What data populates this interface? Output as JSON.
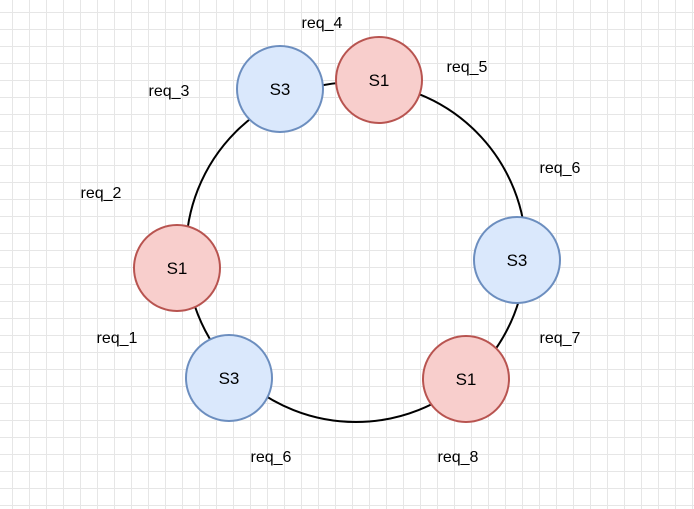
{
  "diagram": {
    "ring": {
      "stroke": "#000000"
    },
    "colors": {
      "s1_fill": "#f8cecc",
      "s1_stroke": "#b85450",
      "s3_fill": "#dae8fc",
      "s3_stroke": "#6c8ebf"
    },
    "nodes": [
      {
        "label": "S3",
        "kind": "s3"
      },
      {
        "label": "S1",
        "kind": "s1"
      },
      {
        "label": "S3",
        "kind": "s3"
      },
      {
        "label": "S1",
        "kind": "s1"
      },
      {
        "label": "S1",
        "kind": "s1"
      },
      {
        "label": "S3",
        "kind": "s3"
      }
    ],
    "requests": [
      "req_4",
      "req_5",
      "req_3",
      "req_6",
      "req_2",
      "req_1",
      "req_7",
      "req_6",
      "req_8"
    ]
  }
}
